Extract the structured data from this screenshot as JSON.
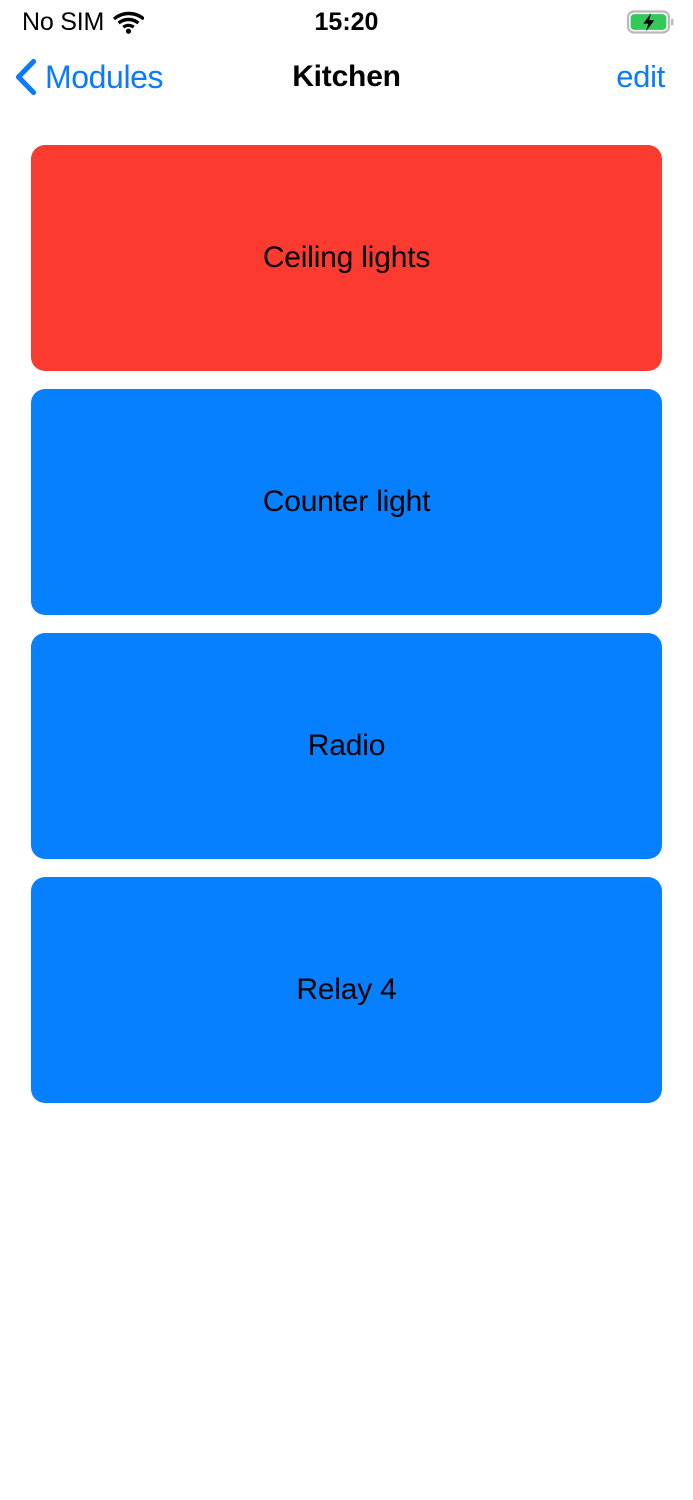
{
  "status_bar": {
    "carrier": "No SIM",
    "wifi_icon": "wifi-icon",
    "time": "15:20",
    "battery_icon": "battery-charging-icon",
    "battery_color": "#34c759"
  },
  "nav_bar": {
    "back_icon": "chevron-left-icon",
    "back_label": "Modules",
    "title": "Kitchen",
    "edit_label": "edit",
    "accent_color": "#0a7aff"
  },
  "colors": {
    "on": "#fb3b30",
    "off": "#0680fe",
    "background": "#ffffff",
    "label": "#000000"
  },
  "modules": [
    {
      "label": "Ceiling lights",
      "state": "on"
    },
    {
      "label": "Counter light",
      "state": "off"
    },
    {
      "label": "Radio",
      "state": "off"
    },
    {
      "label": "Relay 4",
      "state": "off"
    }
  ]
}
